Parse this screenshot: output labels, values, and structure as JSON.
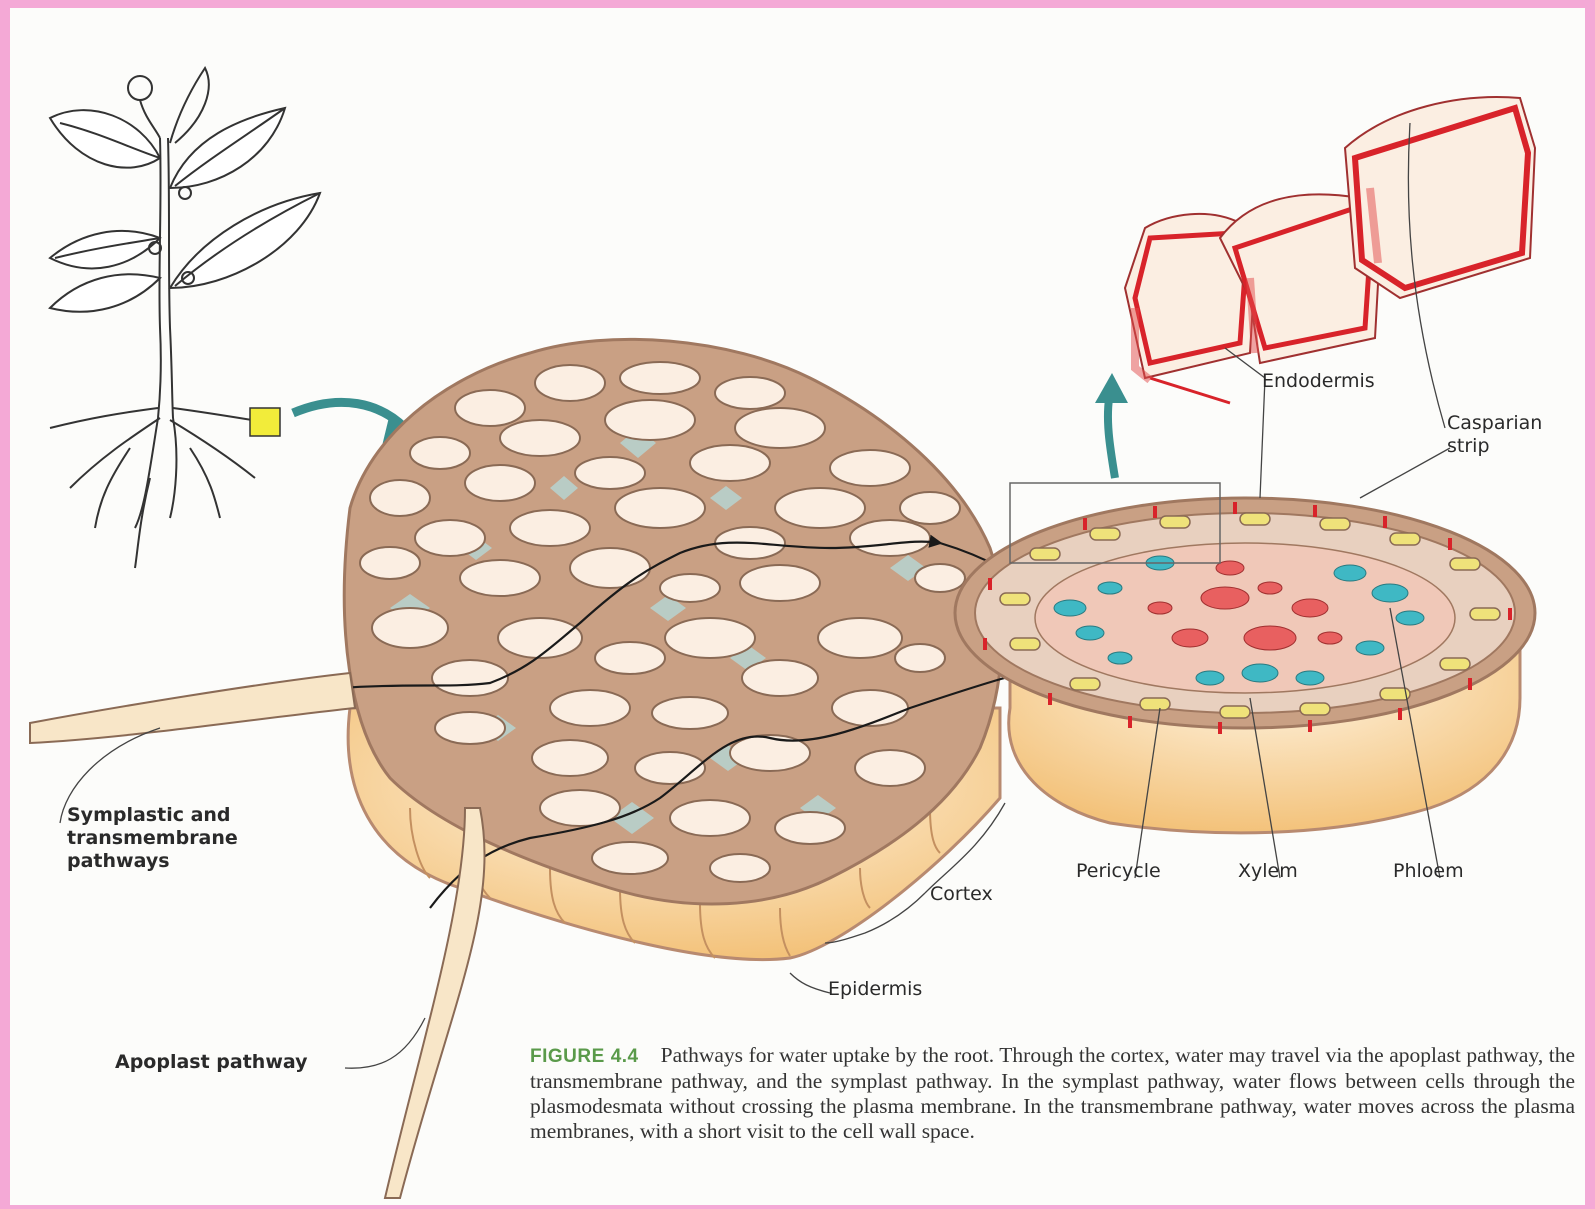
{
  "labels": {
    "symplastic": "Symplastic and transmembrane pathways",
    "apoplast": "Apoplast pathway",
    "cortex": "Cortex",
    "epidermis": "Epidermis",
    "endodermis": "Endodermis",
    "casparian": "Casparian strip",
    "pericycle": "Pericycle",
    "xylem": "Xylem",
    "phloem": "Phloem"
  },
  "caption": {
    "figure_number": "FIGURE 4.4",
    "text": "Pathways for water uptake by the root. Through the cortex, water may travel via the apoplast pathway, the transmembrane pathway, and the symplast pathway. In the symplast pathway, water flows between cells through the plasmodesmata without crossing the plasma membrane. In the transmembrane pathway, water moves across the plasma membranes, with a short visit to the cell wall space."
  },
  "colors": {
    "page_border": "#f4a9d6",
    "cell_wall": "#b88a70",
    "cell_fill": "#fbeee2",
    "intercellular_space": "#b8c9c2",
    "epidermis": "#f6d49a",
    "casparian_strip": "#d8232a",
    "xylem": "#e86060",
    "phloem": "#3fb8c4",
    "pericycle": "#efe27a",
    "arrow": "#3a8f8f",
    "zoom_marker": "#f2ec3a",
    "figure_label": "#5a9a4a"
  }
}
